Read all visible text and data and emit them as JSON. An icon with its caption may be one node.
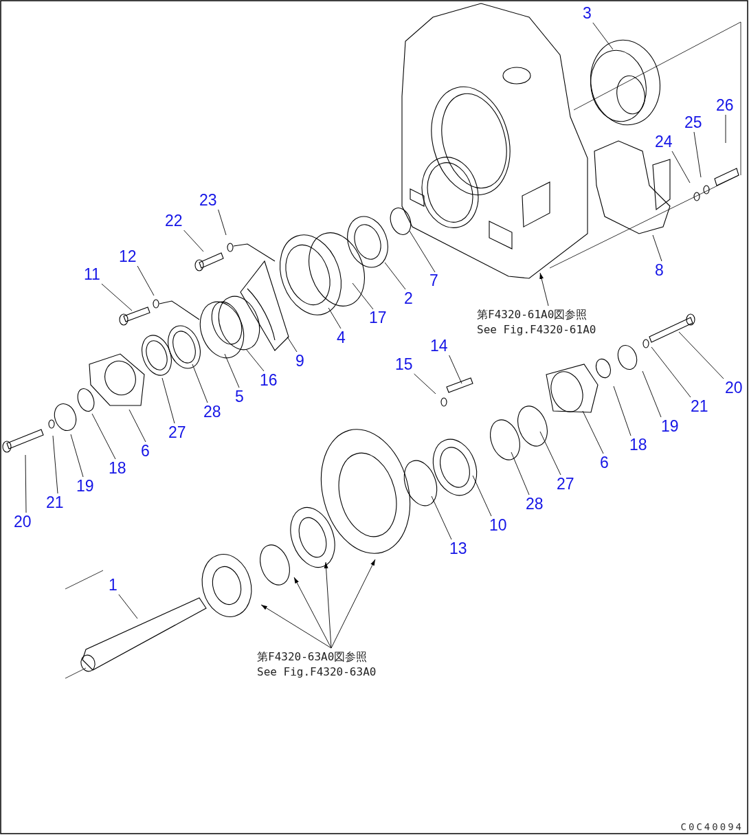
{
  "diagram": {
    "nodes": [
      {
        "text": [
          "3"
        ]
      },
      {
        "text": [
          "26"
        ]
      },
      {
        "text": [
          "25"
        ]
      },
      {
        "text": [
          "24"
        ]
      },
      {
        "text": [
          "23"
        ]
      },
      {
        "text": [
          "22"
        ]
      },
      {
        "text": [
          "12"
        ]
      },
      {
        "text": [
          "8"
        ]
      },
      {
        "text": [
          "11"
        ]
      },
      {
        "text": [
          "7"
        ]
      },
      {
        "text": [
          "2"
        ]
      },
      {
        "text": [
          "17"
        ]
      },
      {
        "text": [
          "4"
        ]
      },
      {
        "text": [
          "第F4320-61A0図参照",
          "See Fig.F4320-61A0"
        ]
      },
      {
        "text": [
          "9"
        ]
      },
      {
        "text": [
          "14"
        ]
      },
      {
        "text": [
          "16"
        ]
      },
      {
        "text": [
          "15"
        ]
      },
      {
        "text": [
          "5"
        ]
      },
      {
        "text": [
          "20"
        ]
      },
      {
        "text": [
          "21"
        ]
      },
      {
        "text": [
          "28"
        ]
      },
      {
        "text": [
          "19"
        ]
      },
      {
        "text": [
          "27"
        ]
      },
      {
        "text": [
          "18"
        ]
      },
      {
        "text": [
          "6"
        ]
      },
      {
        "text": [
          "6"
        ]
      },
      {
        "text": [
          "18"
        ]
      },
      {
        "text": [
          "27"
        ]
      },
      {
        "text": [
          "19"
        ]
      },
      {
        "text": [
          "21"
        ]
      },
      {
        "text": [
          "28"
        ]
      },
      {
        "text": [
          "20"
        ]
      },
      {
        "text": [
          "10"
        ]
      },
      {
        "text": [
          "13"
        ]
      },
      {
        "text": [
          "1"
        ]
      },
      {
        "text": [
          "第F4320-63A0図参照",
          "See Fig.F4320-63A0"
        ]
      }
    ],
    "edges": [
      {
        "from": 0,
        "to": null,
        "arrow": "none"
      },
      {
        "from": 1,
        "to": null,
        "arrow": "none"
      },
      {
        "from": 2,
        "to": null,
        "arrow": "none"
      },
      {
        "from": 3,
        "to": null,
        "arrow": "none"
      },
      {
        "from": 4,
        "to": null,
        "arrow": "none"
      },
      {
        "from": 5,
        "to": null,
        "arrow": "none"
      },
      {
        "from": 6,
        "to": null,
        "arrow": "none"
      },
      {
        "from": 7,
        "to": null,
        "arrow": "none"
      },
      {
        "from": 8,
        "to": null,
        "arrow": "none"
      },
      {
        "from": 9,
        "to": null,
        "arrow": "none"
      },
      {
        "from": 10,
        "to": null,
        "arrow": "none"
      },
      {
        "from": 11,
        "to": null,
        "arrow": "none"
      },
      {
        "from": 12,
        "to": null,
        "arrow": "none"
      },
      {
        "from": 13,
        "to": null,
        "arrow": "to"
      },
      {
        "from": 14,
        "to": null,
        "arrow": "none"
      },
      {
        "from": 15,
        "to": null,
        "arrow": "none"
      },
      {
        "from": 16,
        "to": null,
        "arrow": "none"
      },
      {
        "from": 17,
        "to": null,
        "arrow": "none"
      },
      {
        "from": 18,
        "to": null,
        "arrow": "none"
      },
      {
        "from": 19,
        "to": null,
        "arrow": "none"
      },
      {
        "from": 20,
        "to": null,
        "arrow": "none"
      },
      {
        "from": 21,
        "to": null,
        "arrow": "none"
      },
      {
        "from": 22,
        "to": null,
        "arrow": "none"
      },
      {
        "from": 23,
        "to": null,
        "arrow": "none"
      },
      {
        "from": 24,
        "to": null,
        "arrow": "none"
      },
      {
        "from": 25,
        "to": null,
        "arrow": "none"
      },
      {
        "from": 26,
        "to": null,
        "arrow": "none"
      },
      {
        "from": 27,
        "to": null,
        "arrow": "none"
      },
      {
        "from": 28,
        "to": null,
        "arrow": "none"
      },
      {
        "from": 29,
        "to": null,
        "arrow": "none"
      },
      {
        "from": 30,
        "to": null,
        "arrow": "none"
      },
      {
        "from": 31,
        "to": null,
        "arrow": "none"
      },
      {
        "from": 32,
        "to": null,
        "arrow": "none"
      },
      {
        "from": 33,
        "to": null,
        "arrow": "none"
      },
      {
        "from": 34,
        "to": null,
        "arrow": "none"
      },
      {
        "from": 35,
        "to": null,
        "arrow": "none"
      },
      {
        "from": 36,
        "to": null,
        "arrow": "to"
      },
      {
        "from": 36,
        "to": null,
        "arrow": "to"
      },
      {
        "from": 36,
        "to": null,
        "arrow": "to"
      },
      {
        "from": 36,
        "to": null,
        "arrow": "to"
      }
    ],
    "labels": [
      "C0C40094"
    ]
  }
}
